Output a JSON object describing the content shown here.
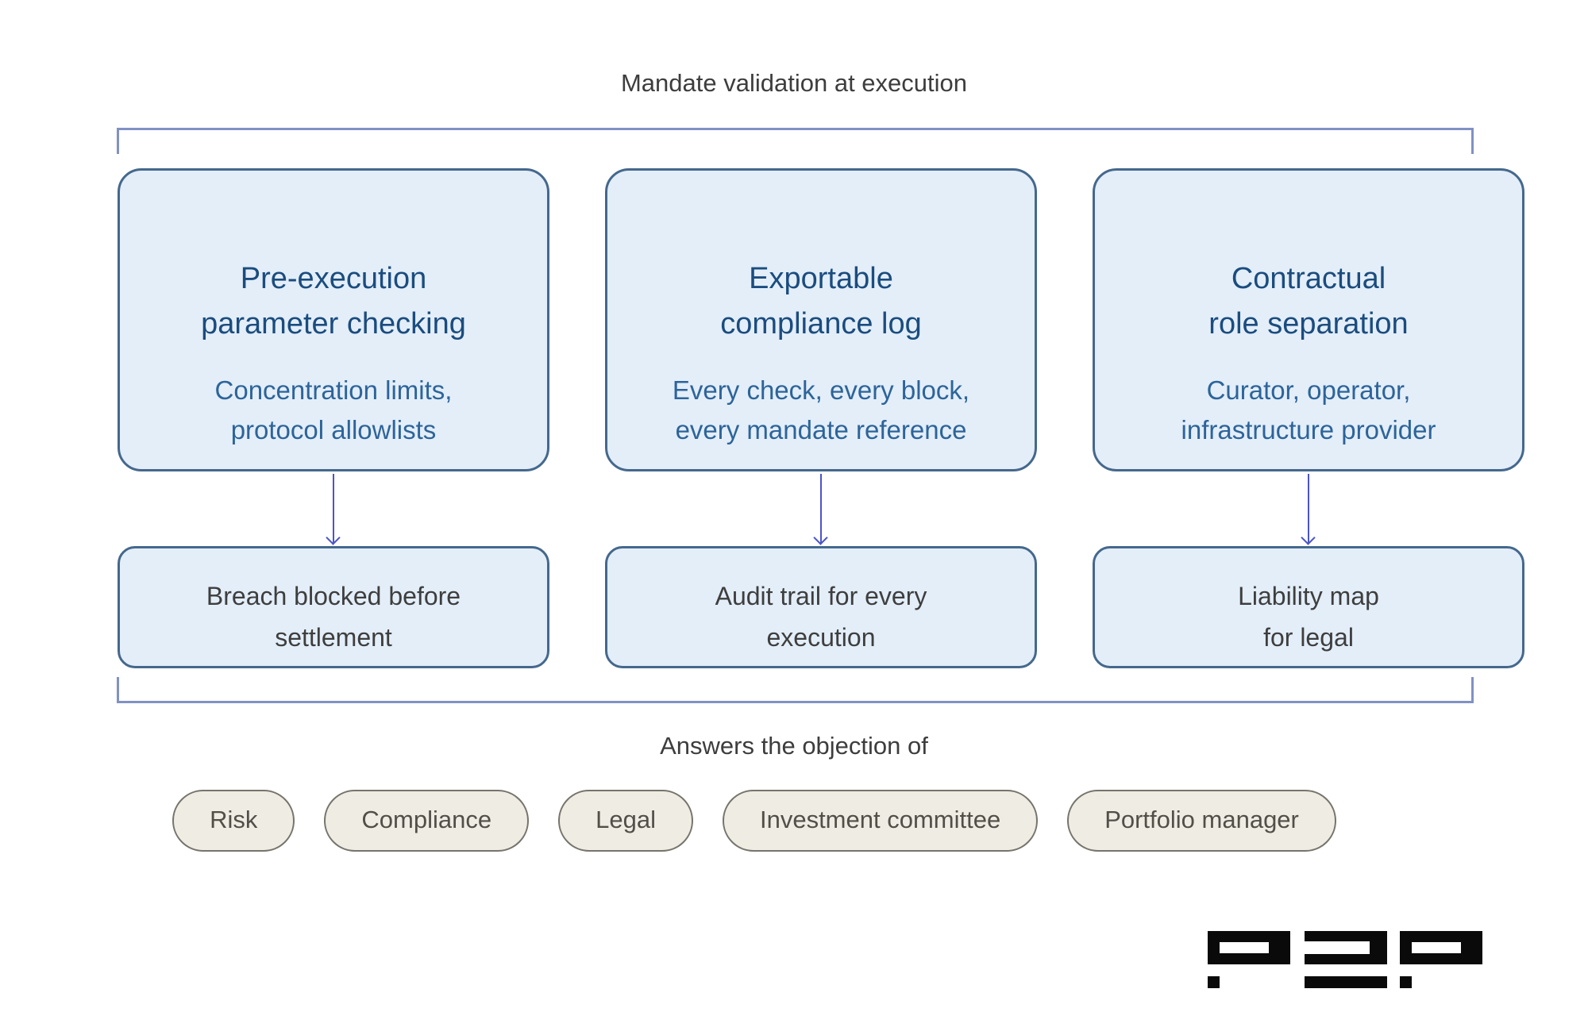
{
  "header": {
    "title": "Mandate validation at execution"
  },
  "columns": [
    {
      "top": {
        "title_lines": [
          "Pre-execution",
          "parameter checking"
        ],
        "subtitle_lines": [
          "Concentration limits,",
          "protocol allowlists"
        ]
      },
      "bottom": {
        "lines": [
          "Breach blocked before",
          "settlement"
        ]
      }
    },
    {
      "top": {
        "title_lines": [
          "Exportable",
          "compliance log"
        ],
        "subtitle_lines": [
          "Every check, every block,",
          "every mandate reference"
        ]
      },
      "bottom": {
        "lines": [
          "Audit trail for every",
          "execution"
        ]
      }
    },
    {
      "top": {
        "title_lines": [
          "Contractual",
          "role separation"
        ],
        "subtitle_lines": [
          "Curator, operator,",
          "infrastructure provider"
        ]
      },
      "bottom": {
        "lines": [
          "Liability map",
          "for legal"
        ]
      }
    }
  ],
  "footer": {
    "caption": "Answers the objection of",
    "pills": [
      "Risk",
      "Compliance",
      "Legal",
      "Investment committee",
      "Portfolio manager"
    ]
  },
  "logo": {
    "name": "p2p-logo"
  },
  "colors": {
    "background": "#ffffff",
    "box_fill": "#e3eef9",
    "box_border": "#45688c",
    "box_title_text": "#1b4c7e",
    "box_subtitle_text": "#2d6499",
    "outcome_text": "#3e3e3e",
    "caption_text": "#3d3d3d",
    "bracket": "#8191c4",
    "arrow": "#4a55c8",
    "pill_fill": "#eeece3",
    "pill_border": "#76746b",
    "pill_text": "#514f48",
    "logo": "#0a0a0a"
  }
}
